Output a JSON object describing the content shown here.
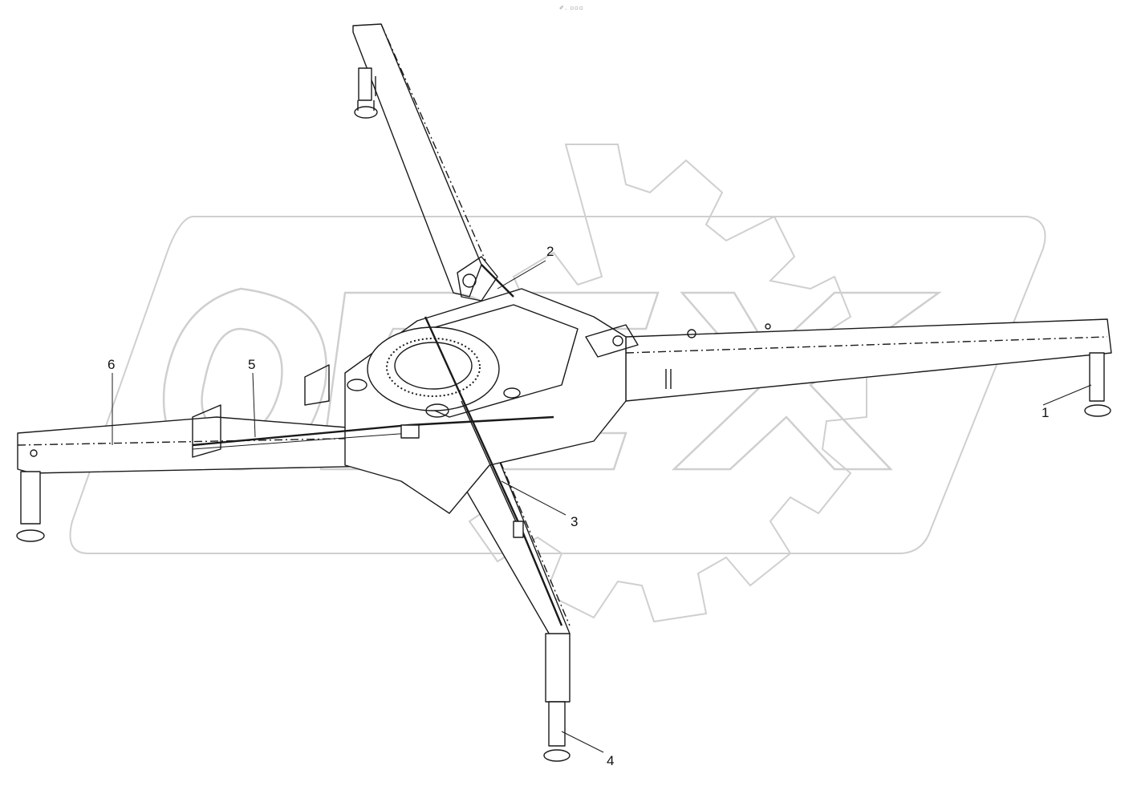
{
  "header_tag": "✐․ ▫▫▫",
  "watermark": {
    "text": "OPEX",
    "color": "#cfcfcf"
  },
  "callouts": [
    {
      "id": "1",
      "label": "1"
    },
    {
      "id": "2",
      "label": "2"
    },
    {
      "id": "3",
      "label": "3"
    },
    {
      "id": "4",
      "label": "4"
    },
    {
      "id": "5",
      "label": "5"
    },
    {
      "id": "6",
      "label": "6"
    }
  ],
  "colors": {
    "line": "#1a1a1a",
    "watermark": "#cfcfcf",
    "background": "#ffffff"
  }
}
